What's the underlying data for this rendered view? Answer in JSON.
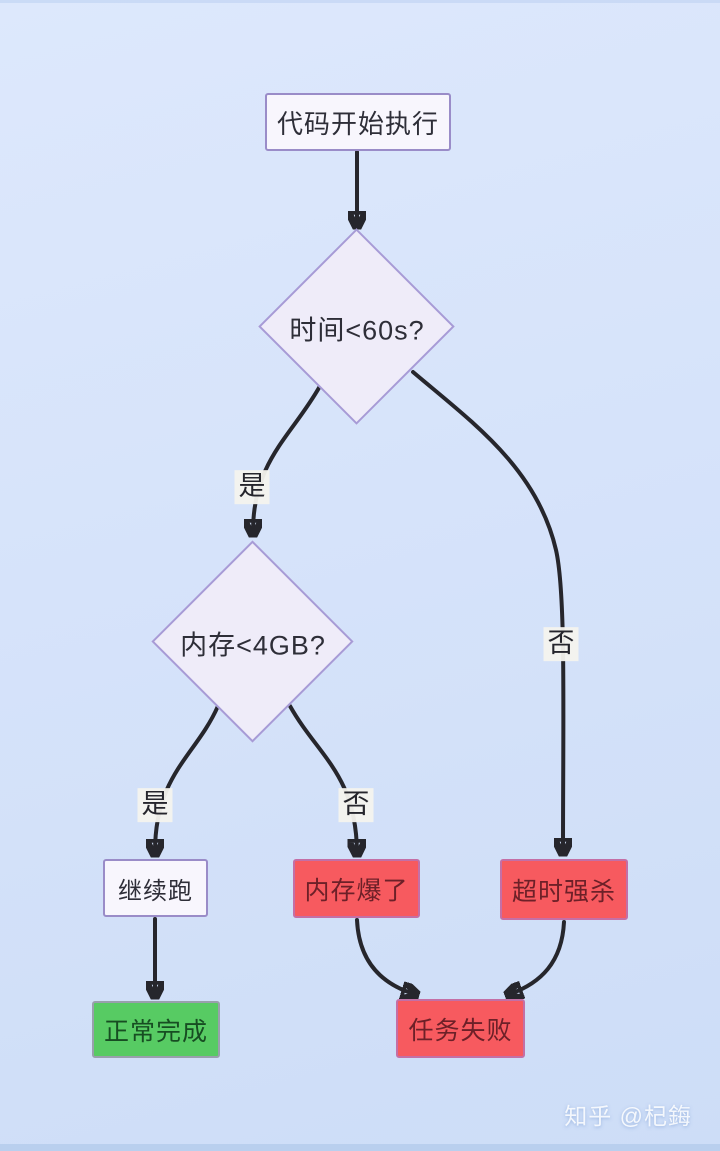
{
  "diagram": {
    "type": "flowchart",
    "nodes": {
      "start": {
        "label": "代码开始执行",
        "kind": "process"
      },
      "decision_time": {
        "label": "时间<60s?",
        "kind": "decision"
      },
      "decision_memory": {
        "label": "内存<4GB?",
        "kind": "decision"
      },
      "keep_running": {
        "label": "继续跑",
        "kind": "process"
      },
      "memory_blown": {
        "label": "内存爆了",
        "kind": "danger"
      },
      "timeout_kill": {
        "label": "超时强杀",
        "kind": "danger"
      },
      "normal_complete": {
        "label": "正常完成",
        "kind": "success"
      },
      "task_failed": {
        "label": "任务失败",
        "kind": "danger"
      }
    },
    "edges": [
      {
        "from": "start",
        "to": "decision_time",
        "label": ""
      },
      {
        "from": "decision_time",
        "to": "decision_memory",
        "label": "是"
      },
      {
        "from": "decision_time",
        "to": "timeout_kill",
        "label": "否"
      },
      {
        "from": "decision_memory",
        "to": "keep_running",
        "label": "是"
      },
      {
        "from": "decision_memory",
        "to": "memory_blown",
        "label": "否"
      },
      {
        "from": "keep_running",
        "to": "normal_complete",
        "label": ""
      },
      {
        "from": "memory_blown",
        "to": "task_failed",
        "label": ""
      },
      {
        "from": "timeout_kill",
        "to": "task_failed",
        "label": ""
      }
    ],
    "edge_labels": {
      "time_yes": "是",
      "time_no": "否",
      "memory_yes": "是",
      "memory_no": "否"
    }
  },
  "watermark": {
    "text": "知乎 @杞鋂"
  },
  "colors": {
    "background_top": "#dde8fc",
    "background_bottom": "#cdddf7",
    "node_fill": "#f8f6fd",
    "node_border": "#9a8cc8",
    "diamond_fill": "#efecf9",
    "diamond_border": "#a79bd6",
    "danger_fill": "#f75a5f",
    "danger_border": "#c46fa6",
    "danger_text": "#6d2028",
    "success_fill": "#57cb63",
    "success_border": "#98a0ac",
    "success_text": "#174d22",
    "edge": "#26262c",
    "text": "#2e2e38"
  }
}
